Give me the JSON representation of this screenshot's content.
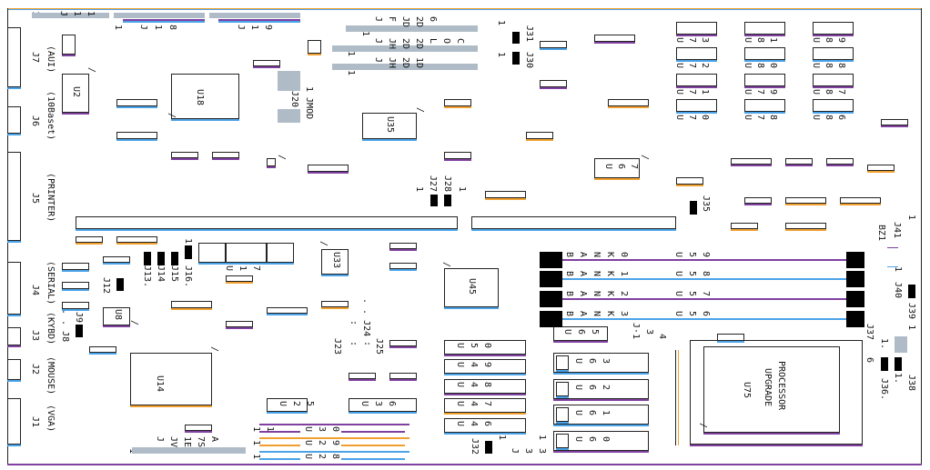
{
  "board": {
    "accent_blue": "#4aa3e8",
    "accent_orange": "#f0a030",
    "accent_purple": "#8040a0"
  },
  "pin1": "1",
  "slash": "/",
  "connectors": {
    "j7": {
      "id": "J7",
      "desc": "(AUI)"
    },
    "j6": {
      "id": "J6",
      "desc": "(10Baset)"
    },
    "j5": {
      "id": "J5",
      "desc": "(PRINTER)"
    },
    "j4": {
      "id": "J4",
      "desc": "(SERIAL)"
    },
    "j3": {
      "id": "J3",
      "desc": "(KYBD)"
    },
    "j2": {
      "id": "J2",
      "desc": "(MOUSE)"
    },
    "j1": {
      "id": "J1",
      "desc": "(VGA)"
    }
  },
  "headers": {
    "j11": "J 1 1",
    "j18": "J 1 8",
    "j19": "J 1 9",
    "row1": "J F JD 2D 6",
    "row2": "J JH 2D 2D L O C",
    "row3": "J JH 2D 1D",
    "bottom": "J JV 1E 7S A"
  },
  "chips": {
    "u2": "U2",
    "u18": "U18",
    "u35": "U35",
    "u67": "U 6 7",
    "u33": "U33",
    "u45": "U45",
    "u8": "U8",
    "u14": "U14",
    "u17": "U 1 7",
    "u25": "U 2 5",
    "u36": "U 3 6",
    "u230": "U 3 0",
    "u229": "U 2 9",
    "u228": "U 2 8",
    "memory": [
      [
        "U 7 3",
        "U 7 2",
        "U 7 1",
        "U 7 0"
      ],
      [
        "U 8 1",
        "U 8 0",
        "U 7 9",
        "U 7 8"
      ],
      [
        "U 8 9",
        "U 8 8",
        "U 8 7",
        "U 8 6"
      ]
    ],
    "simm_a": [
      "U 5 0",
      "U 4 9",
      "U 4 8",
      "U 4 7",
      "U 4 6"
    ],
    "u65": "U 6 5",
    "simm_b": [
      "U 6 3",
      "U 6 2",
      "U 6 1",
      "U 6 0"
    ],
    "u75": {
      "id": "U75",
      "line1": "UPGRADE",
      "line2": "PROCESSOR"
    }
  },
  "banks": [
    {
      "label": "B A N K 0",
      "chip": "U 5 9"
    },
    {
      "label": "B A N K 1",
      "chip": "U 5 8"
    },
    {
      "label": "B A N K 2",
      "chip": "U 5 7"
    },
    {
      "label": "B A N K 3",
      "chip": "U 5 6"
    }
  ],
  "jumpers": {
    "j8": ". . J8",
    "j9": "J9",
    "j12": "J12",
    "j13": "J13.",
    "j14": "J14",
    "j15": "J15",
    "j16": "J16.",
    "j20": "J20",
    "jmod": "1 JMOD",
    "j23": "J23",
    "j24": ". . J24",
    "j25": "J25",
    "j27": "J27",
    "j28": "J28",
    "j30": "J30",
    "j31": "J31",
    "j32": "J32",
    "j33": "J 3 3",
    "j35": "J35",
    "j36": "J36.",
    "j37": "J37",
    "j38": "J38",
    "j39": "J39 1",
    "j40": "J40",
    "j41": "J41",
    "bz1": "BZ1",
    "j3x": "J·1",
    "n3": "3",
    "n4": "4",
    "n6": "6",
    "dots2": ":",
    "one_dot": "1."
  }
}
